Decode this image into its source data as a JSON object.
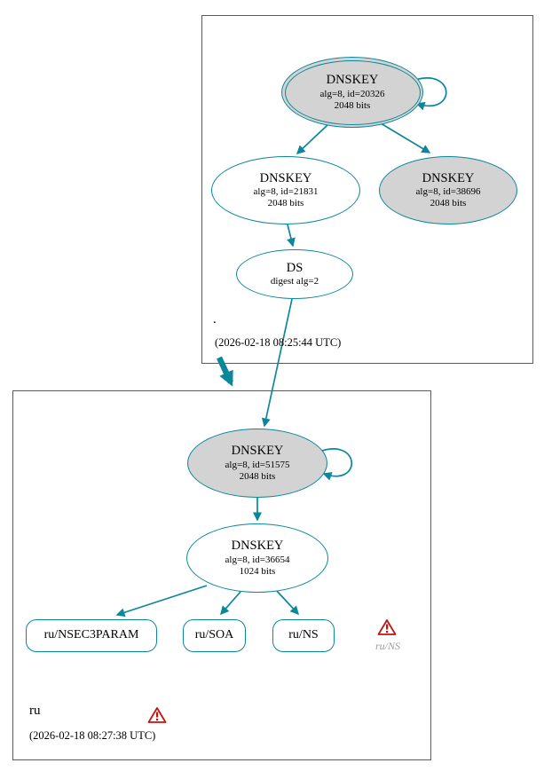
{
  "diagram": {
    "colors": {
      "edge_teal": "#0a879a",
      "node_gray": "#d3d3d3",
      "warning_red": "#c0160f"
    },
    "root_zone": {
      "label": ".",
      "timestamp": "(2026-02-18 08:25:44 UTC)",
      "ksk": {
        "title": "DNSKEY",
        "meta": "alg=8, id=20326",
        "bits": "2048 bits"
      },
      "zsk": {
        "title": "DNSKEY",
        "meta": "alg=8, id=21831",
        "bits": "2048 bits"
      },
      "key3": {
        "title": "DNSKEY",
        "meta": "alg=8, id=38696",
        "bits": "2048 bits"
      },
      "ds": {
        "title": "DS",
        "meta": "digest alg=2"
      }
    },
    "ru_zone": {
      "label": "ru",
      "timestamp": "(2026-02-18 08:27:38 UTC)",
      "ksk": {
        "title": "DNSKEY",
        "meta": "alg=8, id=51575",
        "bits": "2048 bits"
      },
      "zsk": {
        "title": "DNSKEY",
        "meta": "alg=8, id=36654",
        "bits": "1024 bits"
      },
      "rrsets": [
        {
          "label": "ru/NSEC3PARAM"
        },
        {
          "label": "ru/SOA"
        },
        {
          "label": "ru/NS"
        }
      ],
      "warning_label": "ru/NS"
    }
  }
}
